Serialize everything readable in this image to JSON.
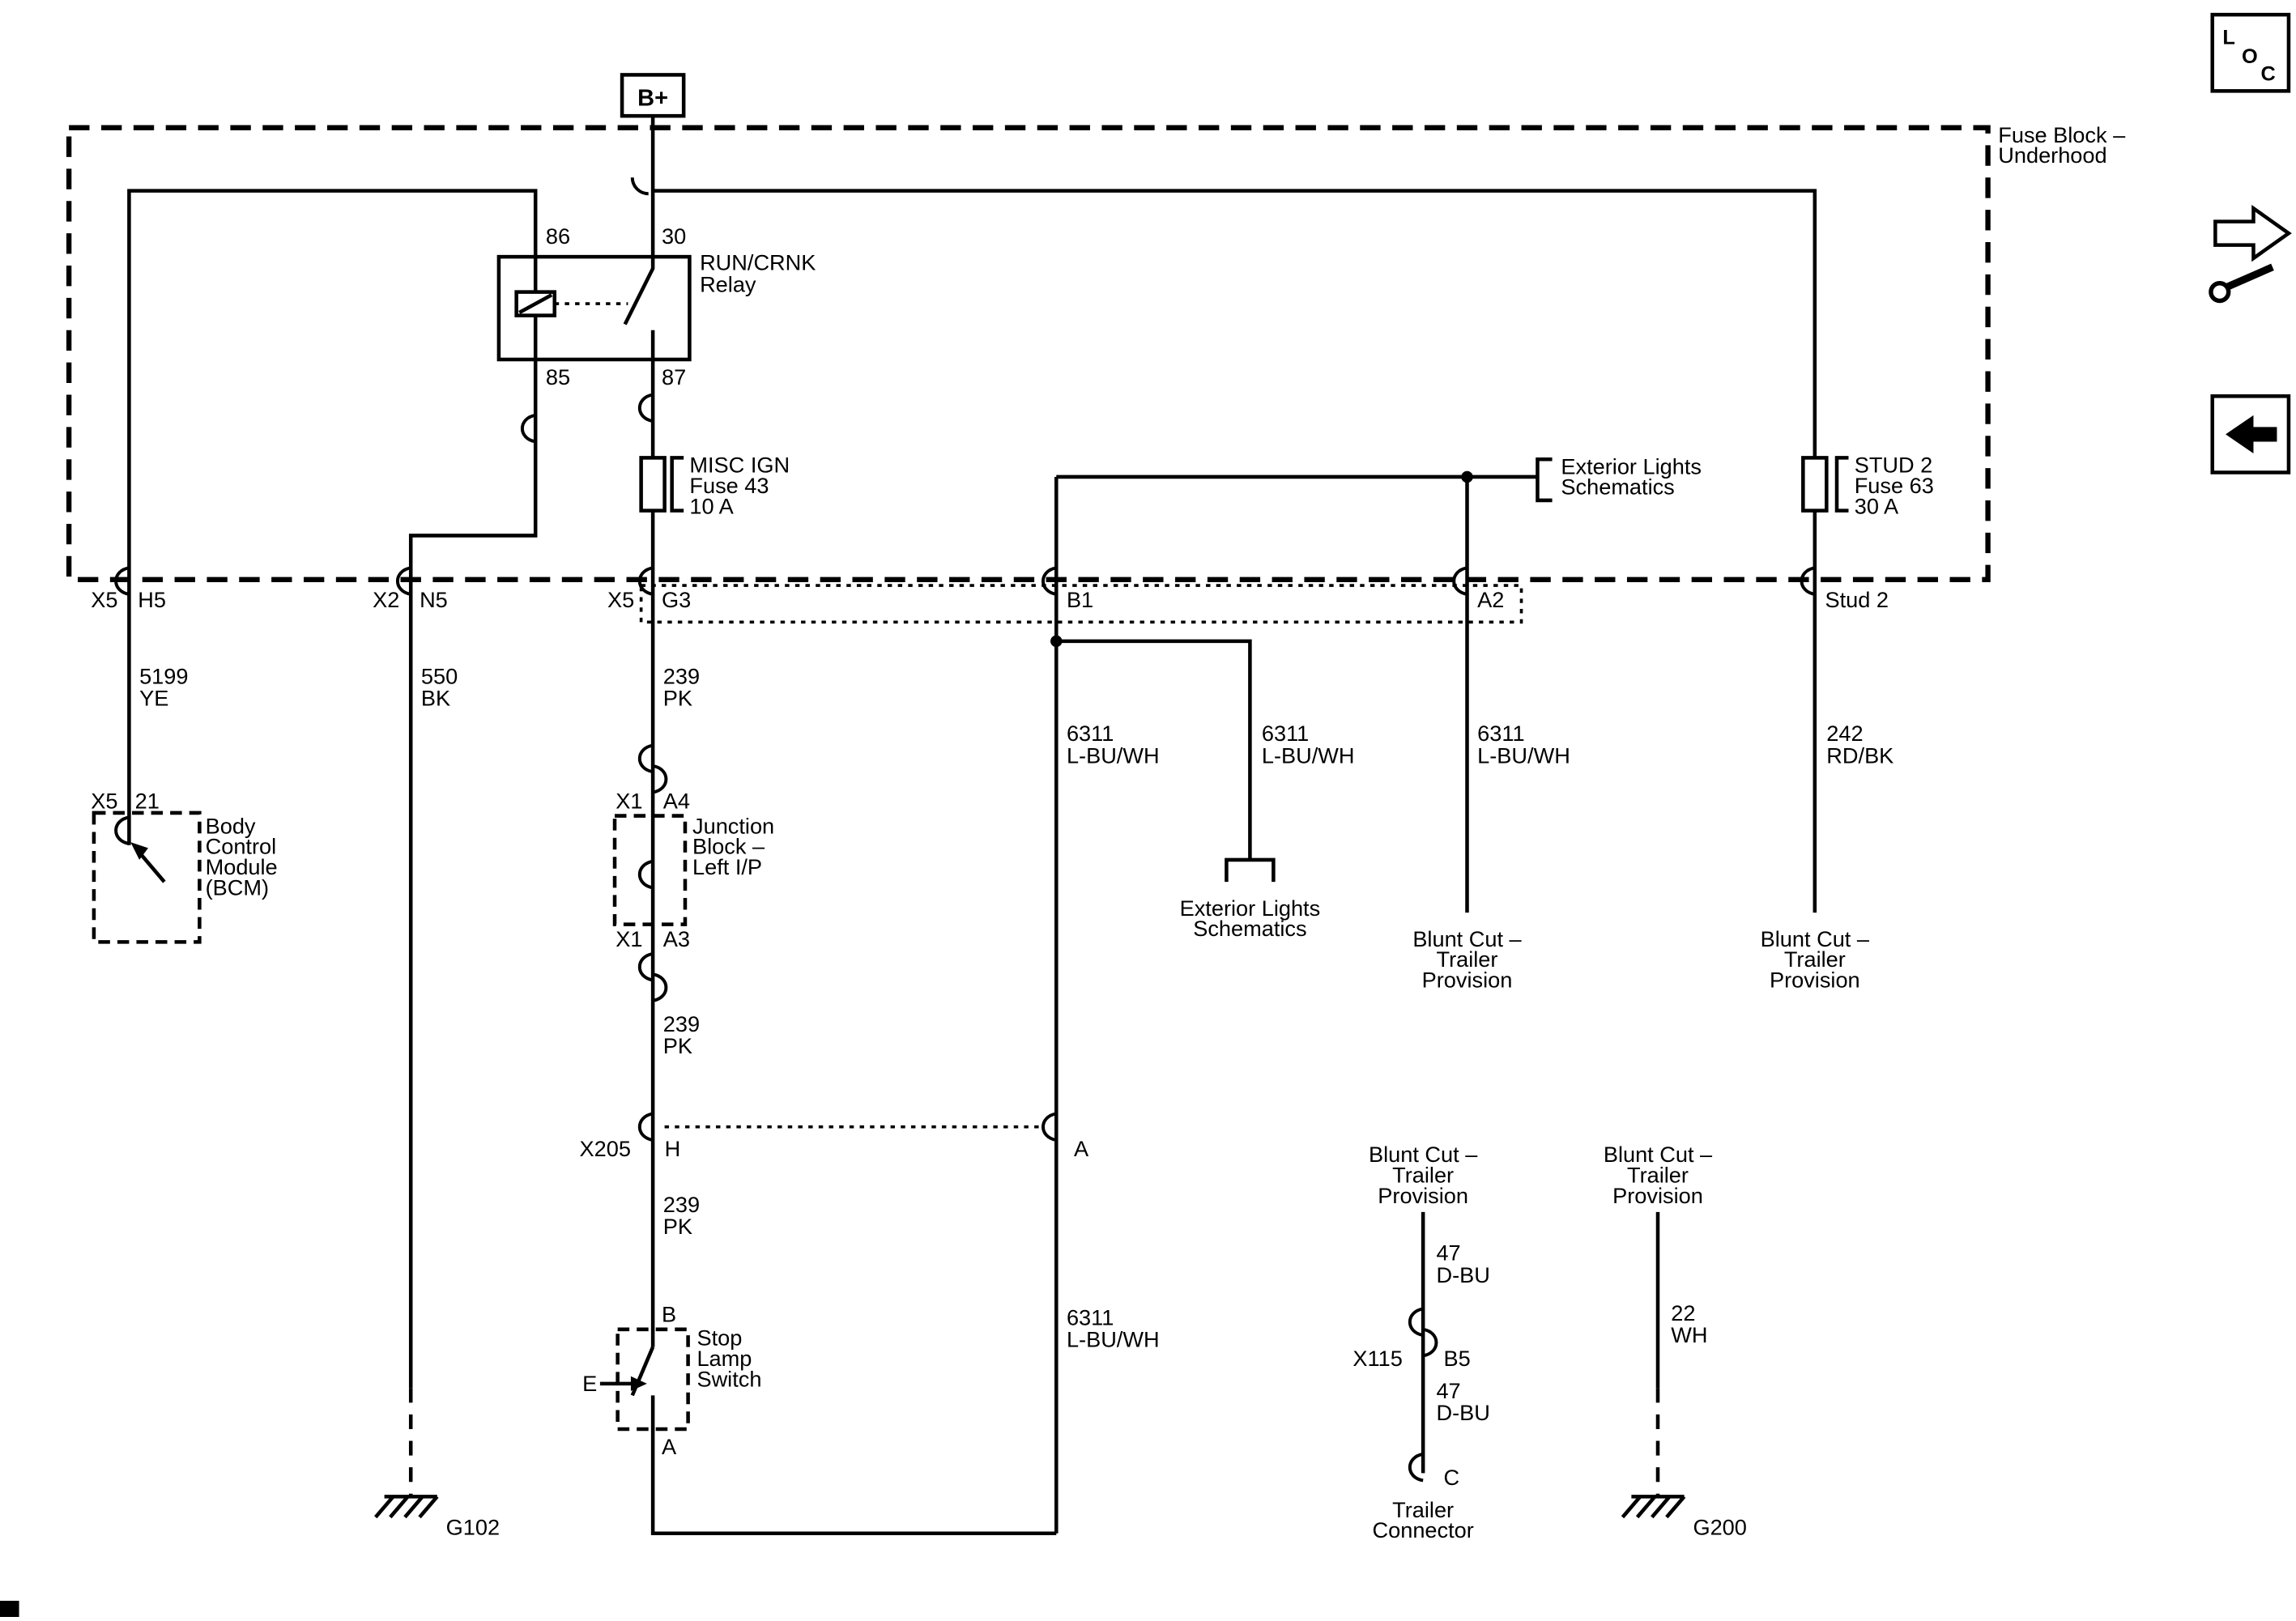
{
  "nav": {
    "loc": [
      "L",
      "O",
      "C"
    ]
  },
  "power": {
    "b_plus": "B+"
  },
  "fuse_block": {
    "title": [
      "Fuse Block –",
      "Underhood"
    ],
    "terminals": {
      "x5_left": "X5",
      "h5": "H5",
      "x2": "X2",
      "n5": "N5",
      "x5_mid": "X5",
      "g3": "G3",
      "b1": "B1",
      "a2": "A2",
      "stud2": "Stud 2"
    }
  },
  "relay": {
    "name": [
      "RUN/CRNK",
      "Relay"
    ],
    "pins": {
      "p86": "86",
      "p30": "30",
      "p85": "85",
      "p87": "87"
    }
  },
  "fuse43": {
    "lines": [
      "MISC IGN",
      "Fuse 43",
      "10 A"
    ]
  },
  "fuse63": {
    "lines": [
      "STUD 2",
      "Fuse 63",
      "30 A"
    ]
  },
  "ext_lights_ref": {
    "lines": [
      "Exterior Lights",
      "Schematics"
    ]
  },
  "wires": {
    "w5199": [
      "5199",
      "YE"
    ],
    "w550": [
      "550",
      "BK"
    ],
    "w239": [
      "239",
      "PK"
    ],
    "w6311": [
      "6311",
      "L-BU/WH"
    ],
    "w242": [
      "242",
      "RD/BK"
    ],
    "w47": [
      "47",
      "D-BU"
    ],
    "w22": [
      "22",
      "WH"
    ]
  },
  "bcm": {
    "conn": "X5",
    "pin": "21",
    "name": [
      "Body",
      "Control",
      "Module",
      "(BCM)"
    ]
  },
  "junction_block": {
    "conn": "X1",
    "pin_top": "A4",
    "pin_bottom": "A3",
    "name": [
      "Junction",
      "Block –",
      "Left I/P"
    ]
  },
  "x205": {
    "label": "X205",
    "pin_h": "H",
    "pin_a": "A"
  },
  "stop_lamp_switch": {
    "pin_b": "B",
    "pin_a": "A",
    "actuator": "E",
    "name": [
      "Stop",
      "Lamp",
      "Switch"
    ]
  },
  "blunt_cut": [
    "Blunt Cut –",
    "Trailer",
    "Provision"
  ],
  "x115": {
    "label": "X115",
    "pin": "B5"
  },
  "trailer_connector": {
    "pin": "C",
    "name": [
      "Trailer",
      "Connector"
    ]
  },
  "grounds": {
    "g102": "G102",
    "g200": "G200"
  }
}
